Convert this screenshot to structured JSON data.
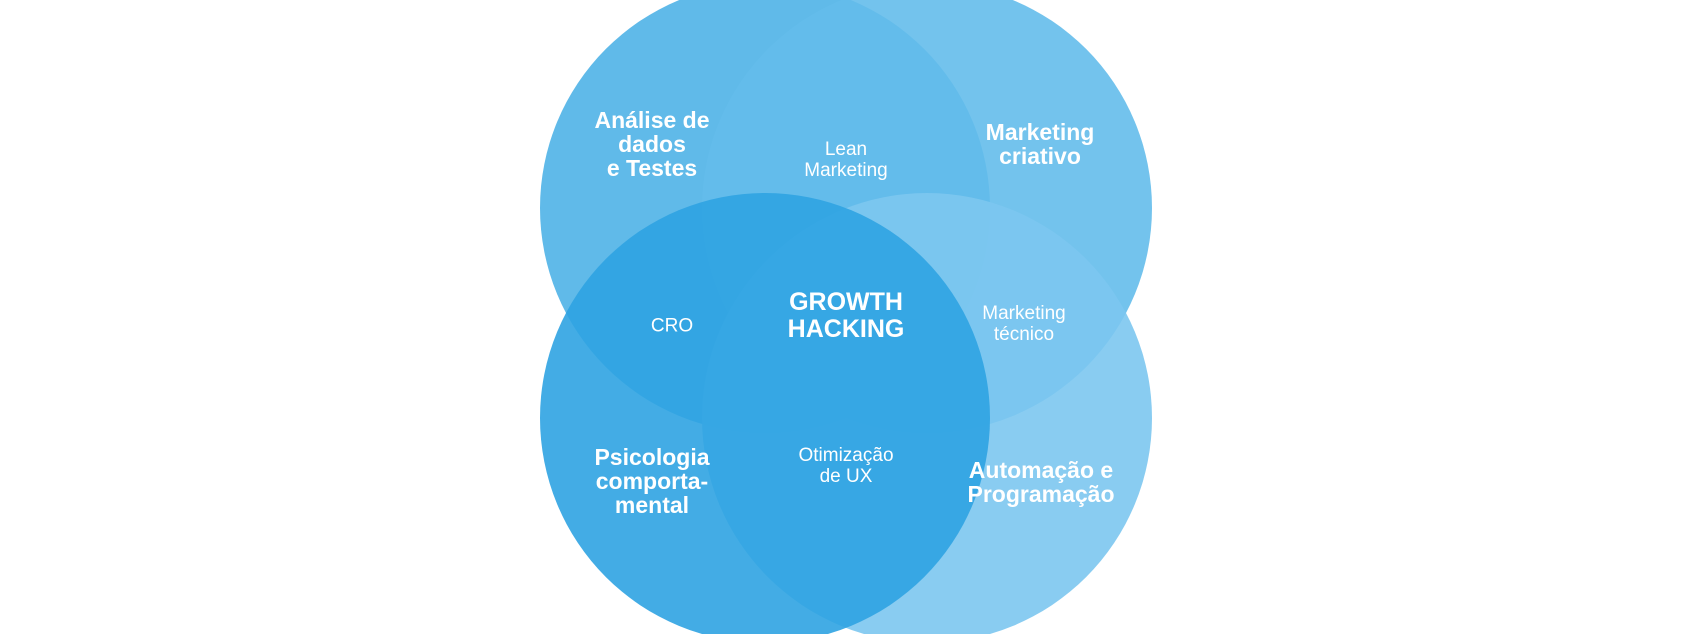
{
  "diagram": {
    "center": "GROWTH\nHACKING",
    "sets": [
      {
        "label": "Análise de\ndados\ne Testes",
        "color": "#4fb2e7"
      },
      {
        "label": "Marketing\ncriativo",
        "color": "#64bdeb"
      },
      {
        "label": "Psicologia\ncomporta-\nmental",
        "color": "#2fa3e2"
      },
      {
        "label": "Automação e\nProgramação",
        "color": "#7cc6ef"
      }
    ],
    "intersections": {
      "top": "Lean\nMarketing",
      "left": "CRO",
      "right": "Marketing\ntécnico",
      "bottom": "Otimização\nde UX"
    }
  }
}
